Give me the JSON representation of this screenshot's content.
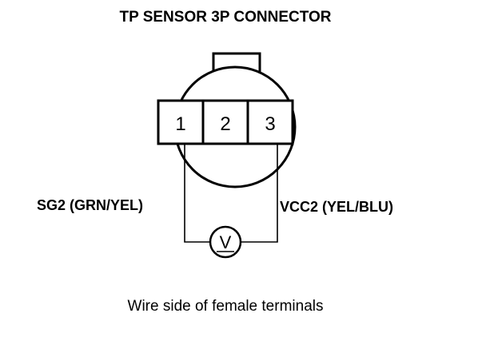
{
  "diagram": {
    "title": "TP SENSOR 3P CONNECTOR",
    "terminals": [
      "1",
      "2",
      "3"
    ],
    "wires": {
      "left": "SG2 (GRN/YEL)",
      "right": "VCC2 (YEL/BLU)"
    },
    "meter_symbol": "V",
    "caption": "Wire side of female terminals"
  }
}
